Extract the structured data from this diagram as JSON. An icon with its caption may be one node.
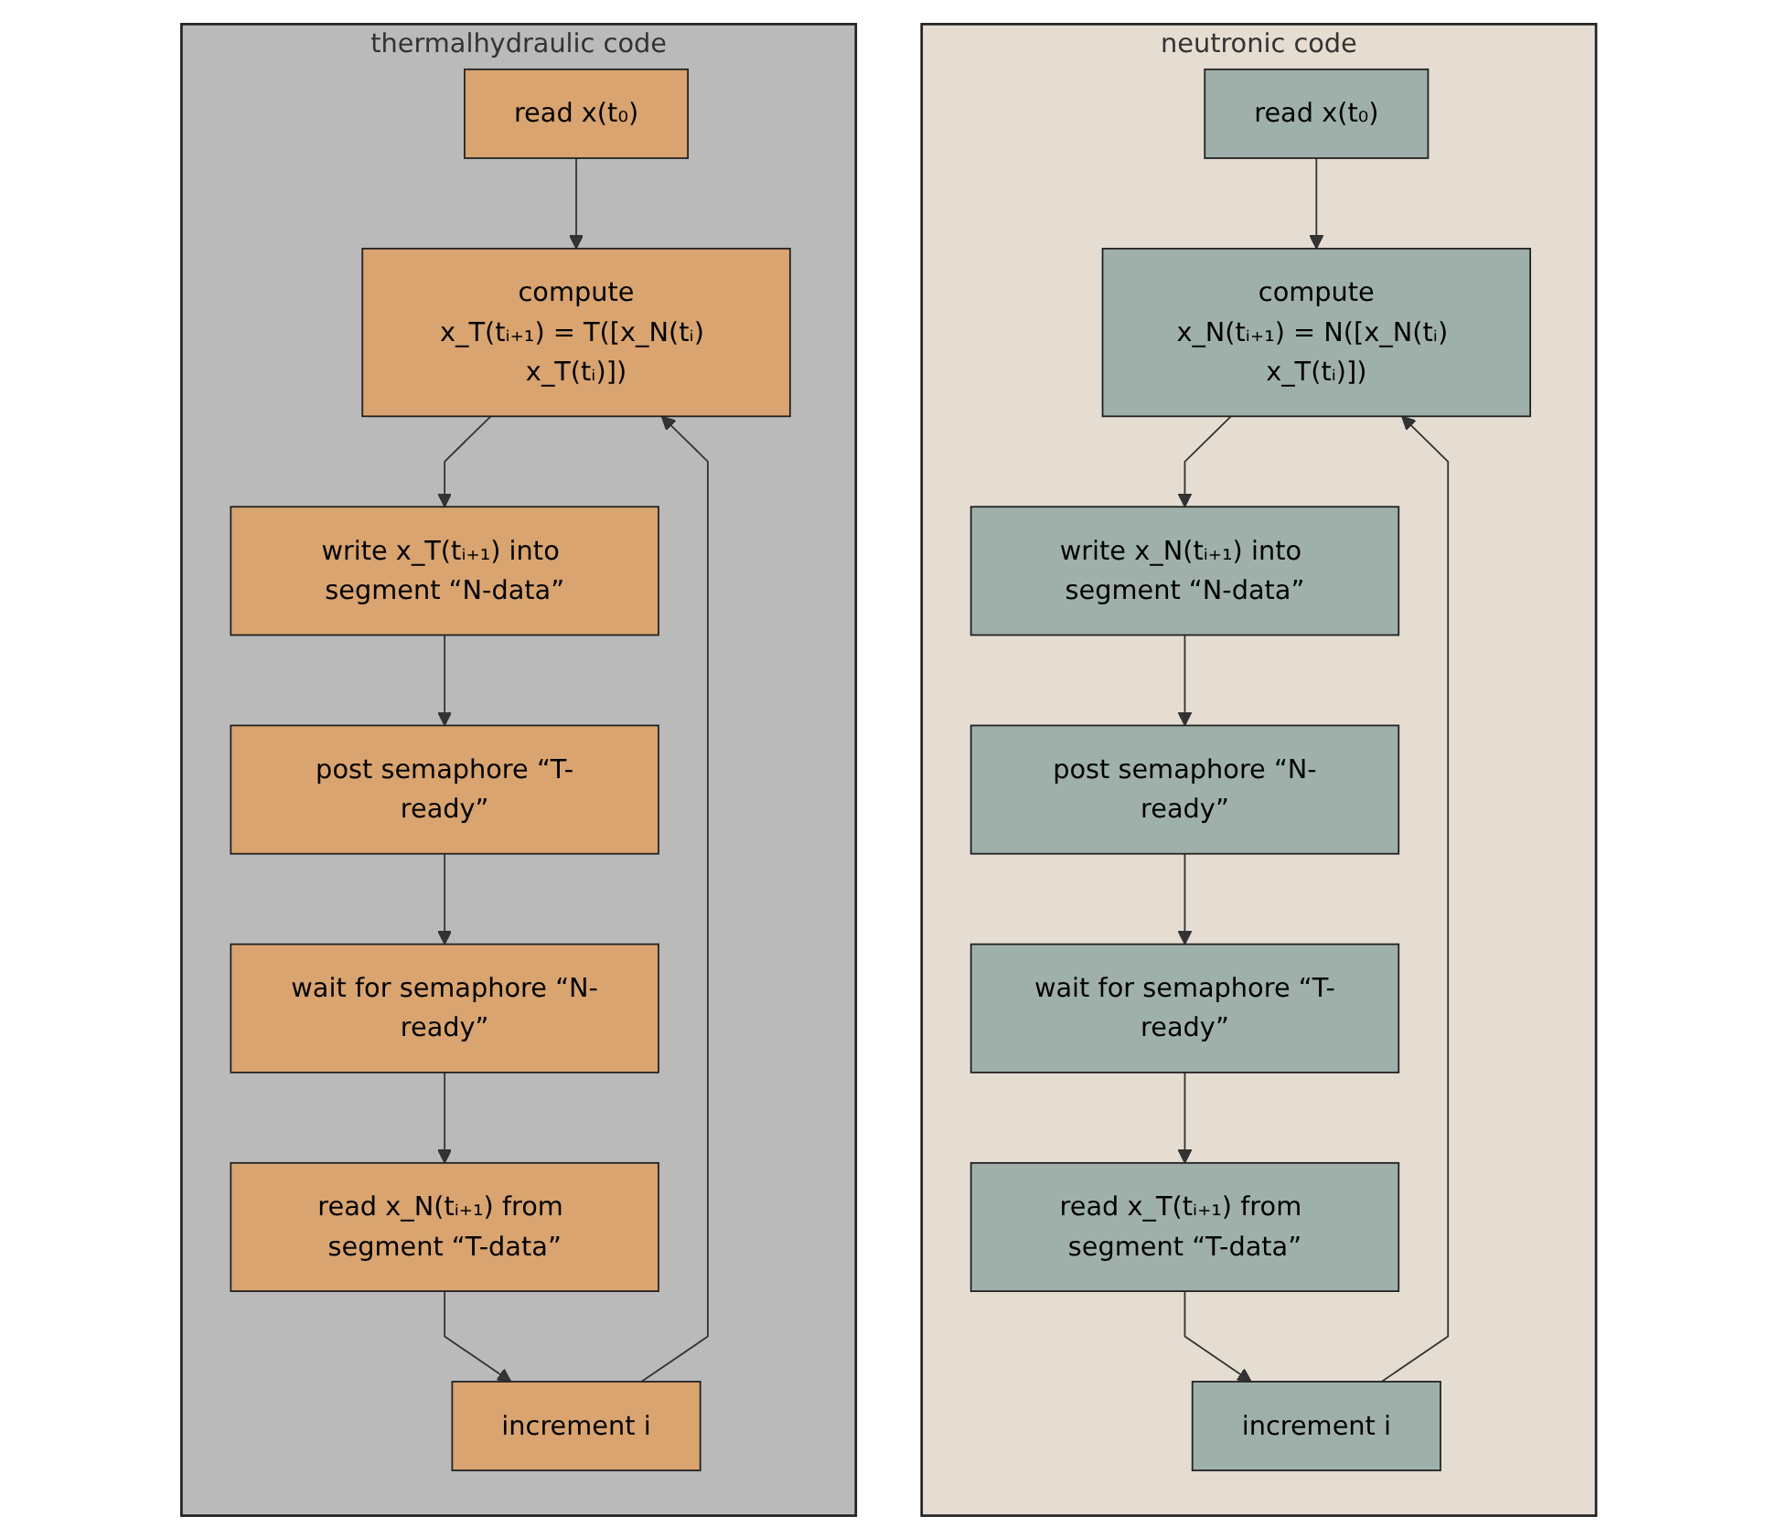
{
  "diagram": {
    "nodes": [
      {
        "text": [
          "neutronic code"
        ]
      },
      {
        "text": [
          "read x(t₀)"
        ],
        "in": 0
      },
      {
        "text": [
          "compute",
          "x_N(tᵢ₊₁) = N([x_N(tᵢ) x_T(tᵢ)])"
        ],
        "in": 0
      },
      {
        "text": [
          "write x_N(tᵢ₊₁) into segment “N-data”"
        ],
        "in": 0
      },
      {
        "text": [
          "post semaphore “N-ready”"
        ],
        "in": 0
      },
      {
        "text": [
          "wait for semaphore “T-ready”"
        ],
        "in": 0
      },
      {
        "text": [
          "read x_T(tᵢ₊₁) from segment “T-data”"
        ],
        "in": 0
      },
      {
        "text": [
          "increment i"
        ],
        "in": 0
      },
      {
        "text": [
          "thermalhydraulic code"
        ]
      },
      {
        "text": [
          "read x(t₀)"
        ],
        "in": 8
      },
      {
        "text": [
          "compute",
          "x_T(tᵢ₊₁) = T([x_N(tᵢ) x_T(tᵢ)])"
        ],
        "in": 8
      },
      {
        "text": [
          "write x_T(tᵢ₊₁) into segment “N-data”"
        ],
        "in": 8
      },
      {
        "text": [
          "post semaphore “T-ready”"
        ],
        "in": 8
      },
      {
        "text": [
          "wait for semaphore “N-ready”"
        ],
        "in": 8
      },
      {
        "text": [
          "read x_N(tᵢ₊₁) from segment “T-data”"
        ],
        "in": 8
      },
      {
        "text": [
          "increment i"
        ],
        "in": 8
      }
    ],
    "edges": [
      {
        "from": 1,
        "to": 2,
        "arrow": "to"
      },
      {
        "from": 2,
        "to": 3,
        "arrow": "to"
      },
      {
        "from": 3,
        "to": 4,
        "arrow": "to"
      },
      {
        "from": 4,
        "to": 5,
        "arrow": "to"
      },
      {
        "from": 5,
        "to": 6,
        "arrow": "to"
      },
      {
        "from": 6,
        "to": 7,
        "arrow": "to"
      },
      {
        "from": 7,
        "to": 2,
        "arrow": "to"
      },
      {
        "from": 9,
        "to": 10,
        "arrow": "to"
      },
      {
        "from": 10,
        "to": 11,
        "arrow": "to"
      },
      {
        "from": 11,
        "to": 12,
        "arrow": "to"
      },
      {
        "from": 12,
        "to": 13,
        "arrow": "to"
      },
      {
        "from": 13,
        "to": 14,
        "arrow": "to"
      },
      {
        "from": 14,
        "to": 15,
        "arrow": "to"
      },
      {
        "from": 15,
        "to": 10,
        "arrow": "to"
      }
    ]
  }
}
